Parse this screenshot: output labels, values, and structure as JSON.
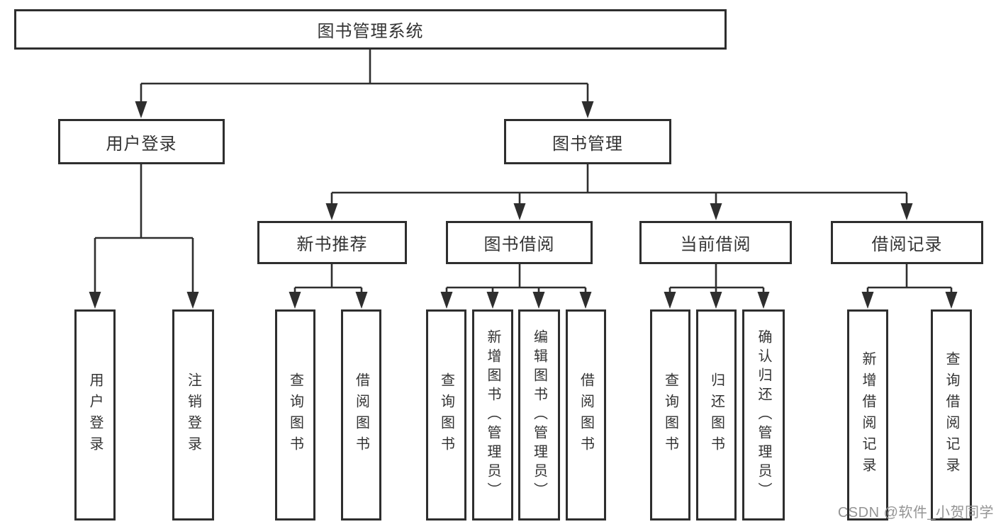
{
  "tree": {
    "root": {
      "label": "图书管理系统"
    },
    "branches": [
      {
        "label": "用户登录",
        "children": [
          {
            "label": "用户登录"
          },
          {
            "label": "注销登录"
          }
        ]
      },
      {
        "label": "图书管理",
        "groups": [
          {
            "label": "新书推荐",
            "children": [
              {
                "label": "查询图书"
              },
              {
                "label": "借阅图书"
              }
            ]
          },
          {
            "label": "图书借阅",
            "children": [
              {
                "label": "查询图书"
              },
              {
                "label": "新增图书（管理员）"
              },
              {
                "label": "编辑图书（管理员）"
              },
              {
                "label": "借阅图书"
              }
            ]
          },
          {
            "label": "当前借阅",
            "children": [
              {
                "label": "查询图书"
              },
              {
                "label": "归还图书"
              },
              {
                "label": "确认归还（管理员）"
              }
            ]
          },
          {
            "label": "借阅记录",
            "children": [
              {
                "label": "新增借阅记录"
              },
              {
                "label": "查询借阅记录"
              }
            ]
          }
        ]
      }
    ]
  },
  "watermark": {
    "text": "CSDN @软件_小贺同学"
  },
  "colors": {
    "line": "#2e2e2e",
    "text": "#333333",
    "watermark": "#949494",
    "background": "#ffffff"
  }
}
